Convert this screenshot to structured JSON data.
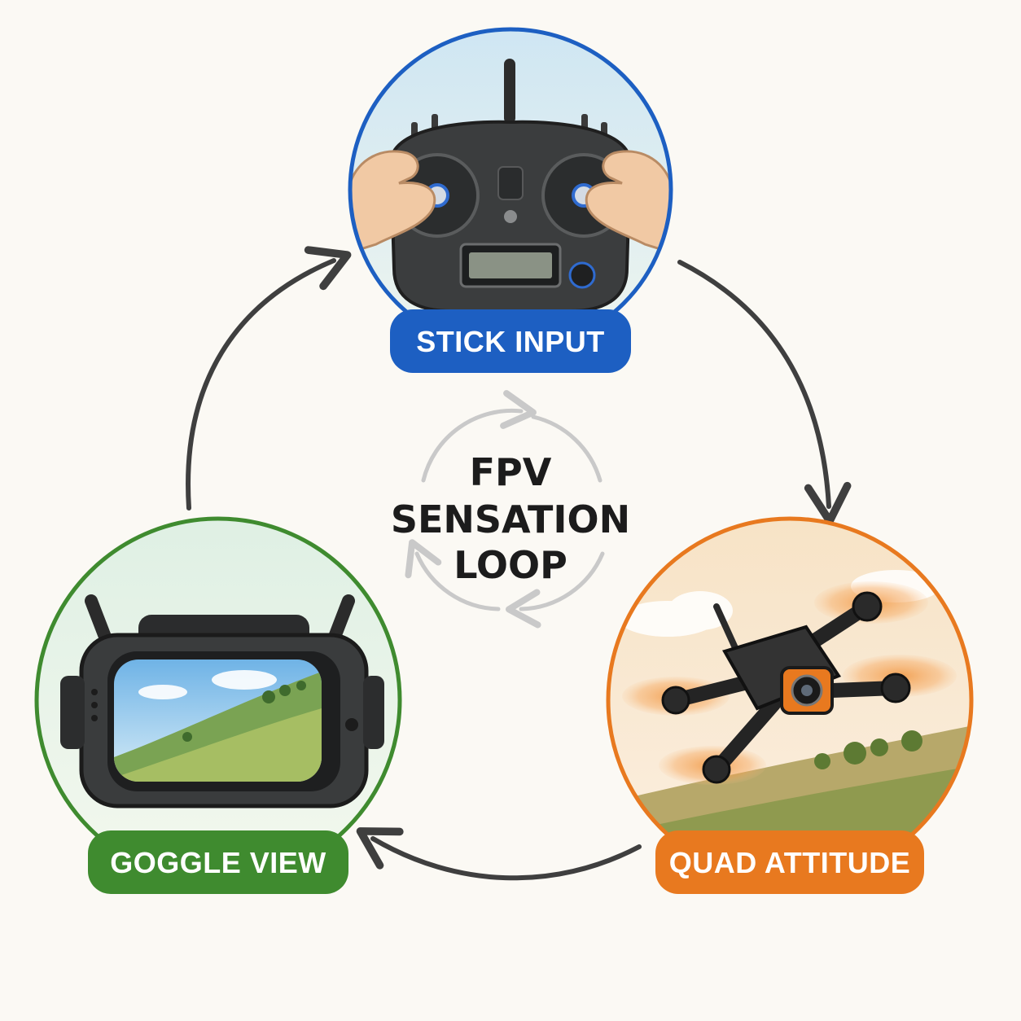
{
  "title": [
    "FPV",
    "SENSATION",
    "LOOP"
  ],
  "nodes": {
    "stick_input": {
      "label": "STICK INPUT",
      "color": "#1d5fc2",
      "icon": "rc-transmitter-with-hands"
    },
    "quad_attitude": {
      "label": "QUAD ATTITUDE",
      "color": "#e8791f",
      "icon": "fpv-quadcopter-in-flight"
    },
    "goggle_view": {
      "label": "GOGGLE VIEW",
      "color": "#3f8b2f",
      "icon": "fpv-goggles-with-landscape"
    }
  },
  "colors": {
    "background": "#fbf9f4",
    "arrow": "#3f3f3f",
    "center_ring": "#c9c9c9"
  }
}
